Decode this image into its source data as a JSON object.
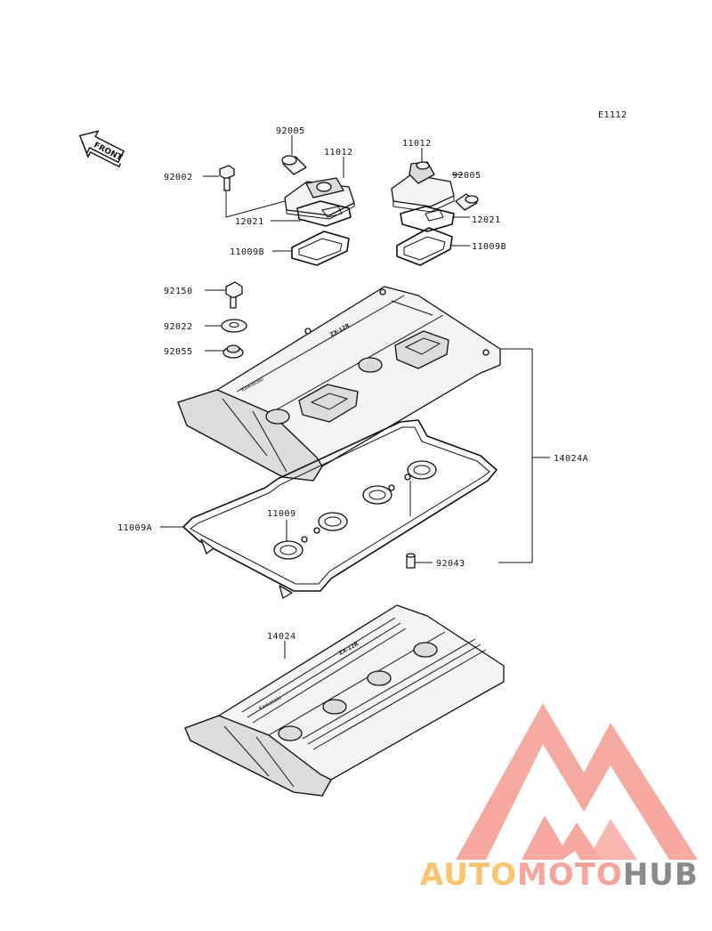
{
  "diagram_code": "E1112",
  "front_label": "FRONT",
  "cover_emboss": {
    "brand": "Kawasaki",
    "model": "ZX-12R"
  },
  "parts": {
    "p92005_left": "92005",
    "p11012_left": "11012",
    "p92002": "92002",
    "p12021_left": "12021",
    "p11009B_left": "11009B",
    "p11012_right": "11012",
    "p92005_right": "92005",
    "p12021_right": "12021",
    "p11009B_right": "11009B",
    "p92150": "92150",
    "p92022": "92022",
    "p92055": "92055",
    "p14024A": "14024A",
    "p11009A": "11009A",
    "p11009": "11009",
    "p92043": "92043",
    "p14024": "14024"
  },
  "watermark": {
    "part1": "AUTO",
    "part2": "MOTO",
    "part3": "HUB",
    "colors": {
      "auto": "#f9c46b",
      "moto": "#f6a49a",
      "hub": "#8a8a8a"
    }
  }
}
